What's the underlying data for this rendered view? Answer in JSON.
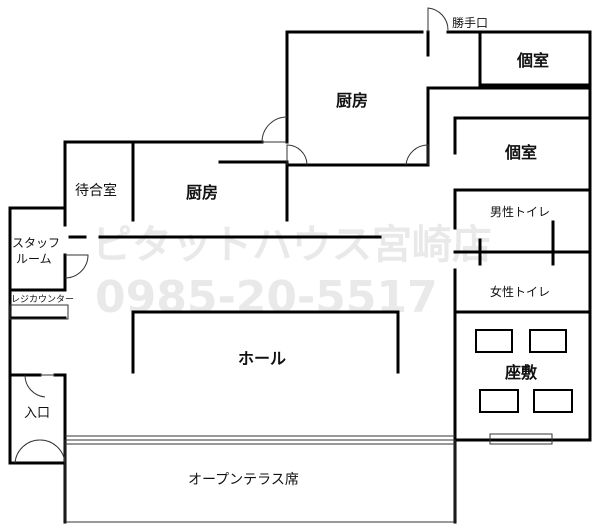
{
  "rooms": {
    "kitchen_top": "厨房",
    "kitchen_left": "厨房",
    "kitchen_door": "勝手口",
    "private_room_1": "個室",
    "private_room_2": "個室",
    "mens_toilet": "男性トイレ",
    "womens_toilet": "女性トイレ",
    "waiting_room": "待合室",
    "staff_room_line1": "スタッフ",
    "staff_room_line2": "ルーム",
    "register_counter": "レジカウンター",
    "hall": "ホール",
    "tatami_seating": "座敷",
    "entrance": "入口",
    "open_terrace": "オープンテラス席"
  },
  "watermark": {
    "name": "ピタットハウス宮崎店",
    "phone": "0985-20-5517"
  },
  "colors": {
    "wall": "#000000",
    "thin_line": "#333333",
    "watermark": "#e9e9e9"
  }
}
